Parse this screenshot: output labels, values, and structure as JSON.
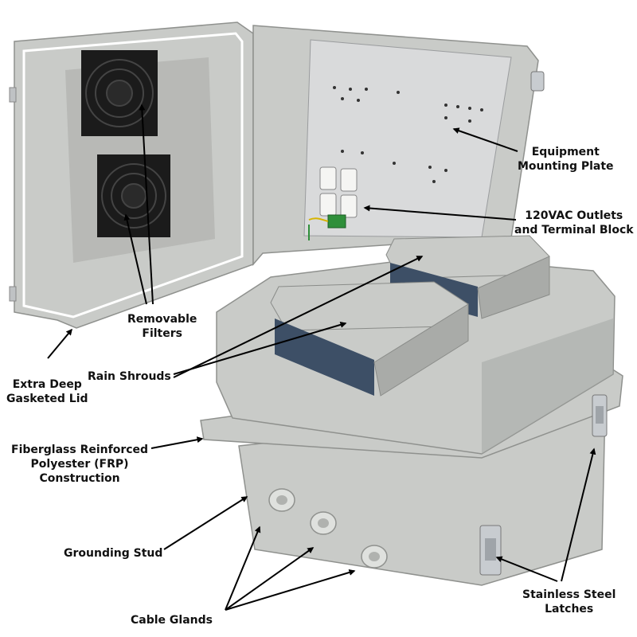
{
  "colors": {
    "enclosure": "#c9cbc8",
    "enclosure_shade": "#a9aba8",
    "mounting_plate": "#d9dadb",
    "fan": "#1b1b1b",
    "latch": "#c8ccd0",
    "text": "#111111"
  },
  "callouts": {
    "equipment_plate": [
      "Equipment",
      "Mounting Plate"
    ],
    "outlets": [
      "120VAC Outlets",
      "and Terminal Block"
    ],
    "filters": [
      "Removable",
      "Filters"
    ],
    "rain_shrouds": [
      "Rain Shrouds"
    ],
    "lid": [
      "Extra Deep",
      "Gasketed Lid"
    ],
    "frp": [
      "Fiberglass Reinforced",
      "Polyester (FRP)",
      "Construction"
    ],
    "grounding_stud": [
      "Grounding Stud"
    ],
    "cable_glands": [
      "Cable Glands"
    ],
    "latches": [
      "Stainless Steel",
      "Latches"
    ]
  }
}
